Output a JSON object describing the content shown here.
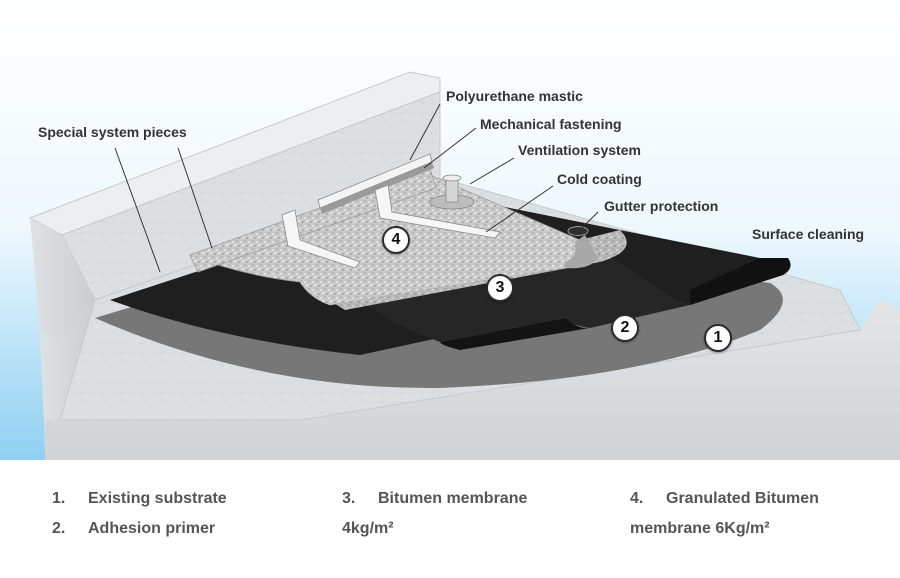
{
  "callouts": {
    "special_system_pieces": "Special system pieces",
    "polyurethane_mastic": "Polyurethane mastic",
    "mechanical_fastening": "Mechanical fastening",
    "ventilation_system": "Ventilation system",
    "cold_coating": "Cold coating",
    "gutter_protection": "Gutter protection",
    "surface_cleaning": "Surface cleaning"
  },
  "badges": {
    "b1": "1",
    "b2": "2",
    "b3": "3",
    "b4": "4"
  },
  "legend": {
    "col1": {
      "item1_num": "1.",
      "item1_text": "Existing substrate",
      "item2_num": "2.",
      "item2_text": "Adhesion primer"
    },
    "col2": {
      "item3_num": "3.",
      "item3_text_line1": "Bitumen membrane",
      "item3_text_line2": "4kg/m²"
    },
    "col3": {
      "item4_num": "4.",
      "item4_text_line1": "Granulated Bitumen",
      "item4_text_line2": "membrane 6Kg/m²"
    }
  },
  "colors": {
    "sky_top": "#ffffff",
    "sky_bottom": "#8fd0f2",
    "concrete": "#d9dcdf",
    "membrane_black": "#1f1f1f",
    "granulated": "#c8c8c8",
    "primer_grey": "#777777",
    "legend_text": "#555555"
  }
}
